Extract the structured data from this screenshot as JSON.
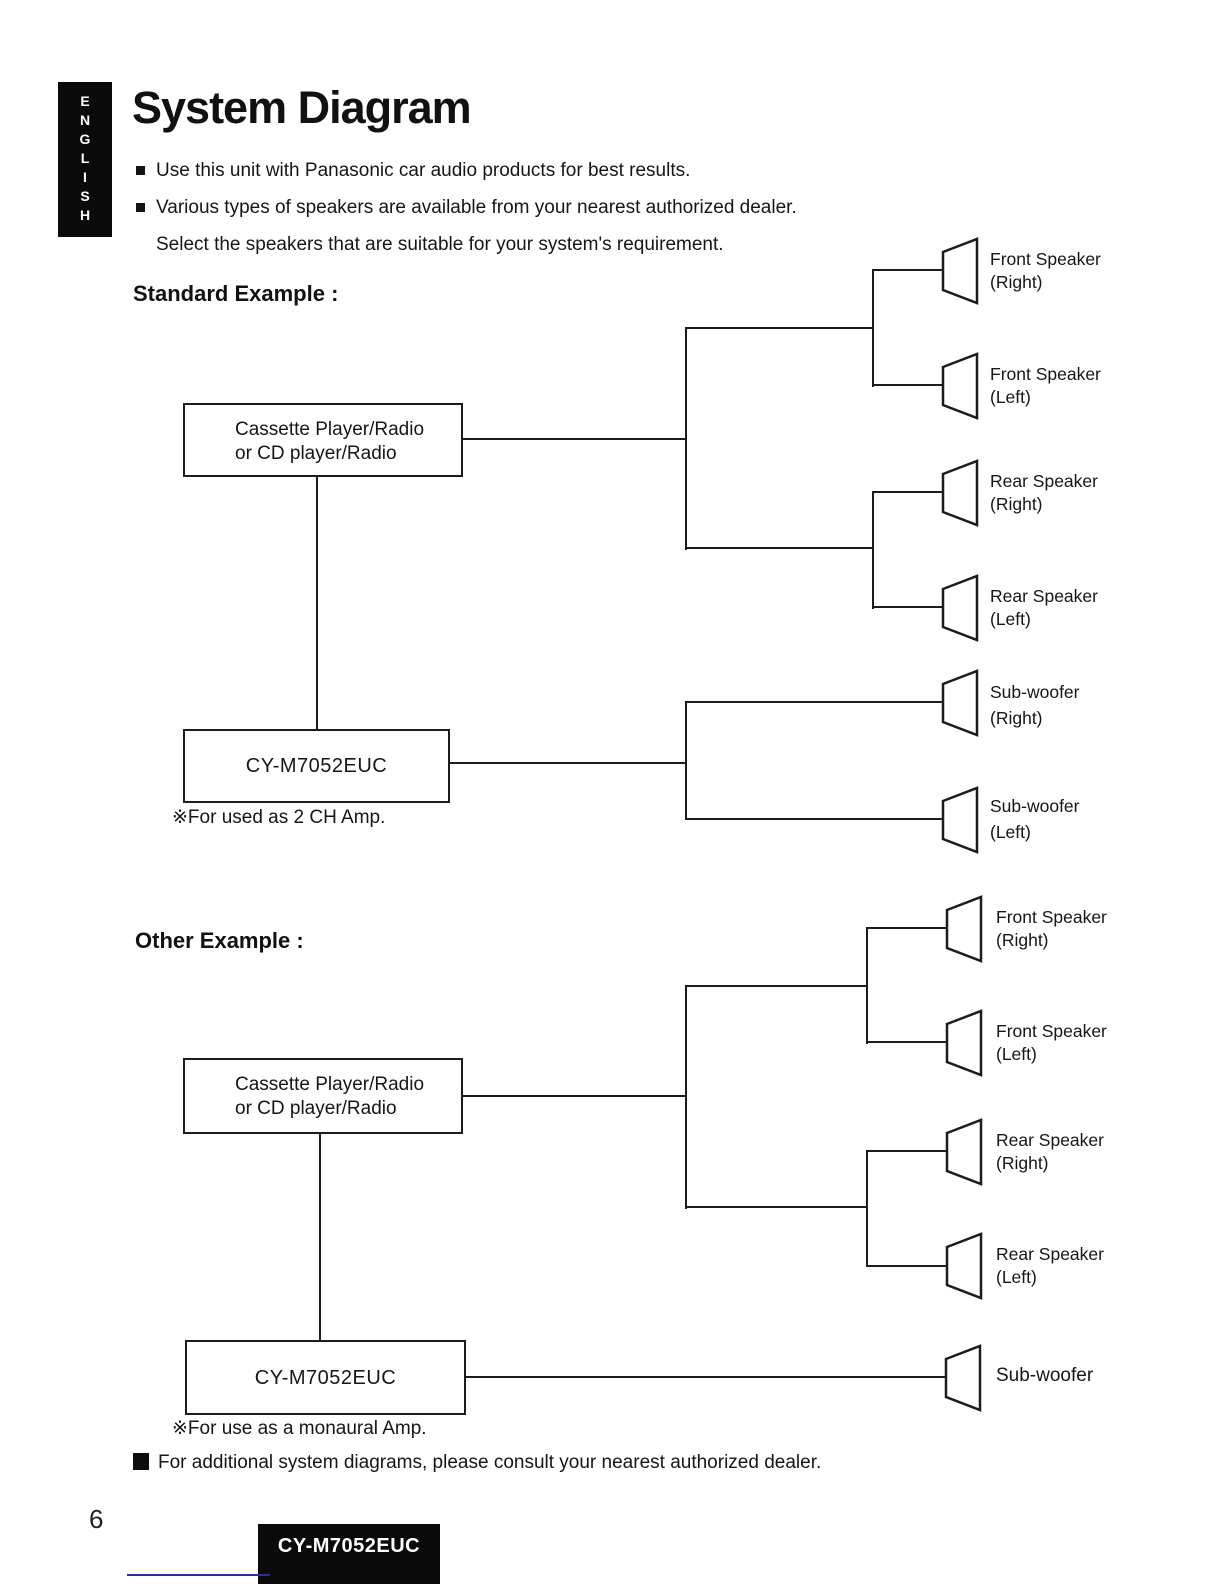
{
  "language_tab": {
    "letters": "E\nN\nG\nL\nI\nS\nH"
  },
  "header": {
    "title": "System Diagram",
    "bullet1": "Use this unit with Panasonic car audio products for best results.",
    "bullet2": "Various types of speakers are available from your nearest authorized dealer.",
    "bullet2_continuation": "Select the speakers that are suitable for your system's requirement."
  },
  "standard_example": {
    "heading": "Standard Example :",
    "source_box_line1": "Cassette Player/Radio",
    "source_box_line2": "or CD player/Radio",
    "amp_box_label": "CY-M7052EUC",
    "amp_note": "※For used as 2 CH Amp.",
    "speakers": [
      {
        "line1": "Front Speaker",
        "line2": "(Right)"
      },
      {
        "line1": "Front Speaker",
        "line2": "(Left)"
      },
      {
        "line1": "Rear Speaker",
        "line2": "(Right)"
      },
      {
        "line1": "Rear Speaker",
        "line2": "(Left)"
      },
      {
        "line1": "Sub-woofer",
        "line2": "(Right)"
      },
      {
        "line1": "Sub-woofer",
        "line2": "(Left)"
      }
    ]
  },
  "other_example": {
    "heading": "Other Example :",
    "source_box_line1": "Cassette Player/Radio",
    "source_box_line2": "or CD player/Radio",
    "amp_box_label": "CY-M7052EUC",
    "amp_note": "※For use as a monaural Amp.",
    "speakers": [
      {
        "line1": "Front Speaker",
        "line2": "(Right)"
      },
      {
        "line1": "Front Speaker",
        "line2": "(Left)"
      },
      {
        "line1": "Rear Speaker",
        "line2": "(Right)"
      },
      {
        "line1": "Rear Speaker",
        "line2": "(Left)"
      },
      {
        "line1": "Sub-woofer",
        "line2": ""
      }
    ]
  },
  "footer": {
    "note": "For additional system diagrams, please consult your nearest authorized dealer.",
    "page_number": "6",
    "model_badge": "CY-M7052EUC"
  },
  "colors": {
    "ink": "#1c1c1c",
    "accent_line": "#2a2aad"
  }
}
